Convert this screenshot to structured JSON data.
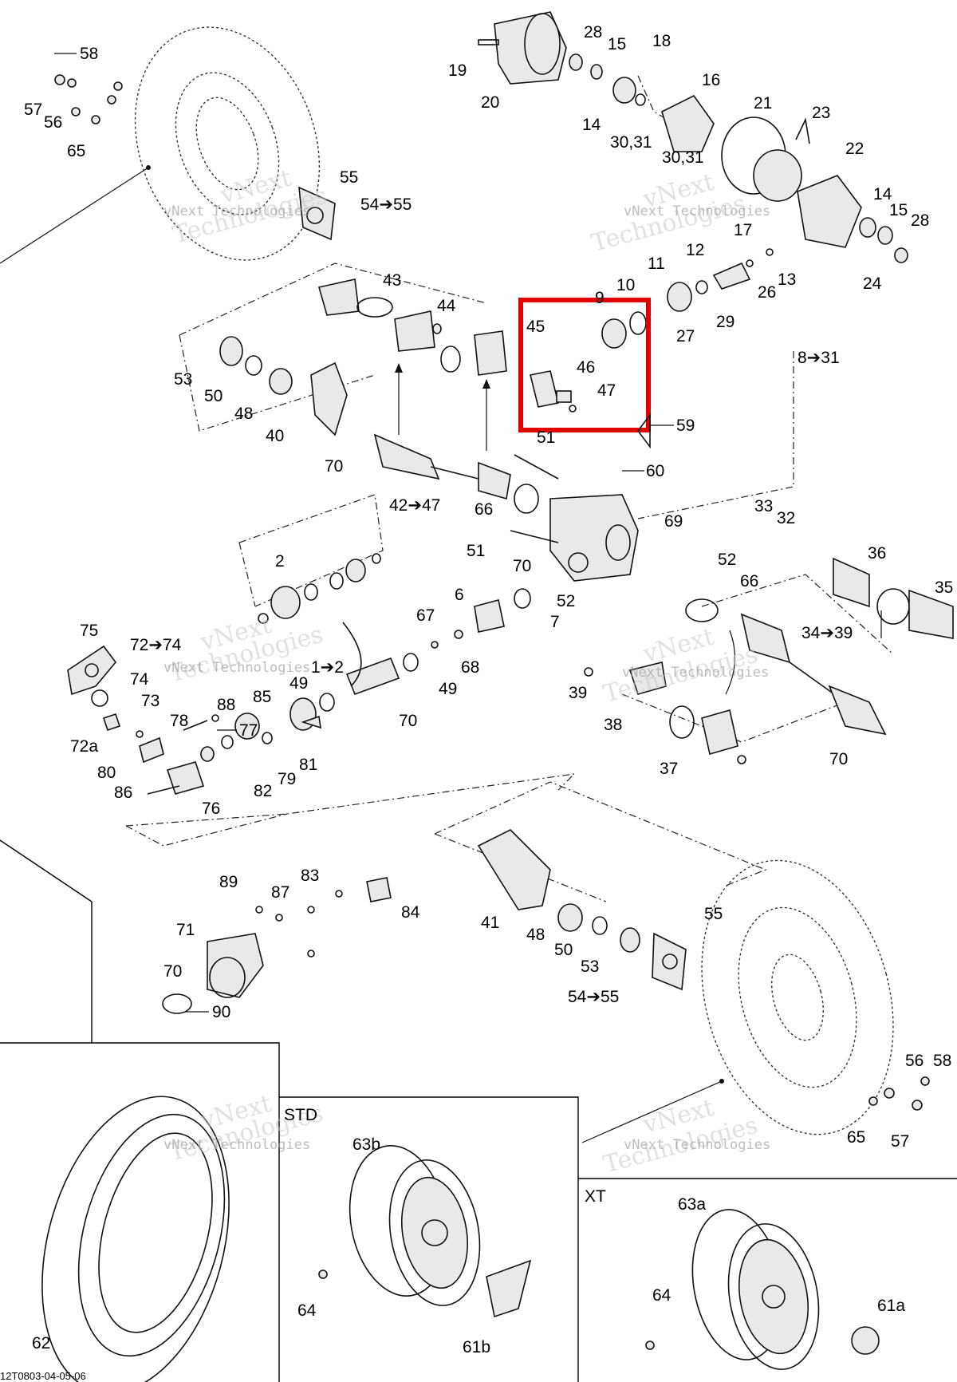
{
  "diagram": {
    "footer_code": "12T0803-04-05-06",
    "highlight_color": "#e00000",
    "watermark_line1": "vNext",
    "watermark_line2": "Technologies",
    "watermark_small": "vNext Technologies",
    "panel_std_label": "STD",
    "panel_xt_label": "XT",
    "callouts": {
      "c58a": "58",
      "c57a": "57",
      "c56a": "56",
      "c65a": "65",
      "c55a": "55",
      "c54a": "54➔55",
      "c19": "19",
      "c20": "20",
      "c28a": "28",
      "c15a": "15",
      "c18": "18",
      "c16": "16",
      "c14a": "14",
      "c3031a": "30,31",
      "c21": "21",
      "c23": "23",
      "c3031b": "30,31",
      "c17": "17",
      "c22": "22",
      "c14b": "14",
      "c15b": "15",
      "c28b": "28",
      "c24": "24",
      "c12": "12",
      "c11": "11",
      "c26": "26",
      "c13": "13",
      "c29": "29",
      "c27": "27",
      "c10": "10",
      "c9": "9",
      "c43": "43",
      "c44": "44",
      "c45": "45",
      "c46": "46",
      "c47": "47",
      "c53a": "53",
      "c50a": "50",
      "c48a": "48",
      "c40": "40",
      "c70a": "70",
      "c51a": "51",
      "c59": "59",
      "c831": "8➔31",
      "c60": "60",
      "c4247": "42➔47",
      "c66a": "66",
      "c69": "69",
      "c33": "33",
      "c32": "32",
      "c51b": "51",
      "c52a": "52",
      "c66b": "66",
      "c36": "36",
      "c35": "35",
      "c2": "2",
      "c70b": "70",
      "c52b": "52",
      "c6": "6",
      "c7": "7",
      "c67": "67",
      "c68": "68",
      "c3439": "34➔39",
      "c75": "75",
      "c7274": "72➔74",
      "c74": "74",
      "c73": "73",
      "c12b": "1➔2",
      "c49a": "49",
      "c49b": "49",
      "c85": "85",
      "c88": "88",
      "c70c": "70",
      "c39": "39",
      "c38": "38",
      "c72a": "72a",
      "c78": "78",
      "c77": "77",
      "c80": "80",
      "c86": "86",
      "c81": "81",
      "c79": "79",
      "c82": "82",
      "c76": "76",
      "c37": "37",
      "c70d": "70",
      "c89": "89",
      "c87": "87",
      "c83": "83",
      "c84": "84",
      "c71": "71",
      "c41": "41",
      "c48b": "48",
      "c50b": "50",
      "c55b": "55",
      "c53b": "53",
      "c70e": "70",
      "c5455b": "54➔55",
      "c90": "90",
      "c56b": "56",
      "c58b": "58",
      "c65b": "65",
      "c57b": "57",
      "c63b": "63b",
      "c62": "62",
      "c64a": "64",
      "c61b": "61b",
      "c63a": "63a",
      "c64b": "64",
      "c61a": "61a"
    }
  }
}
